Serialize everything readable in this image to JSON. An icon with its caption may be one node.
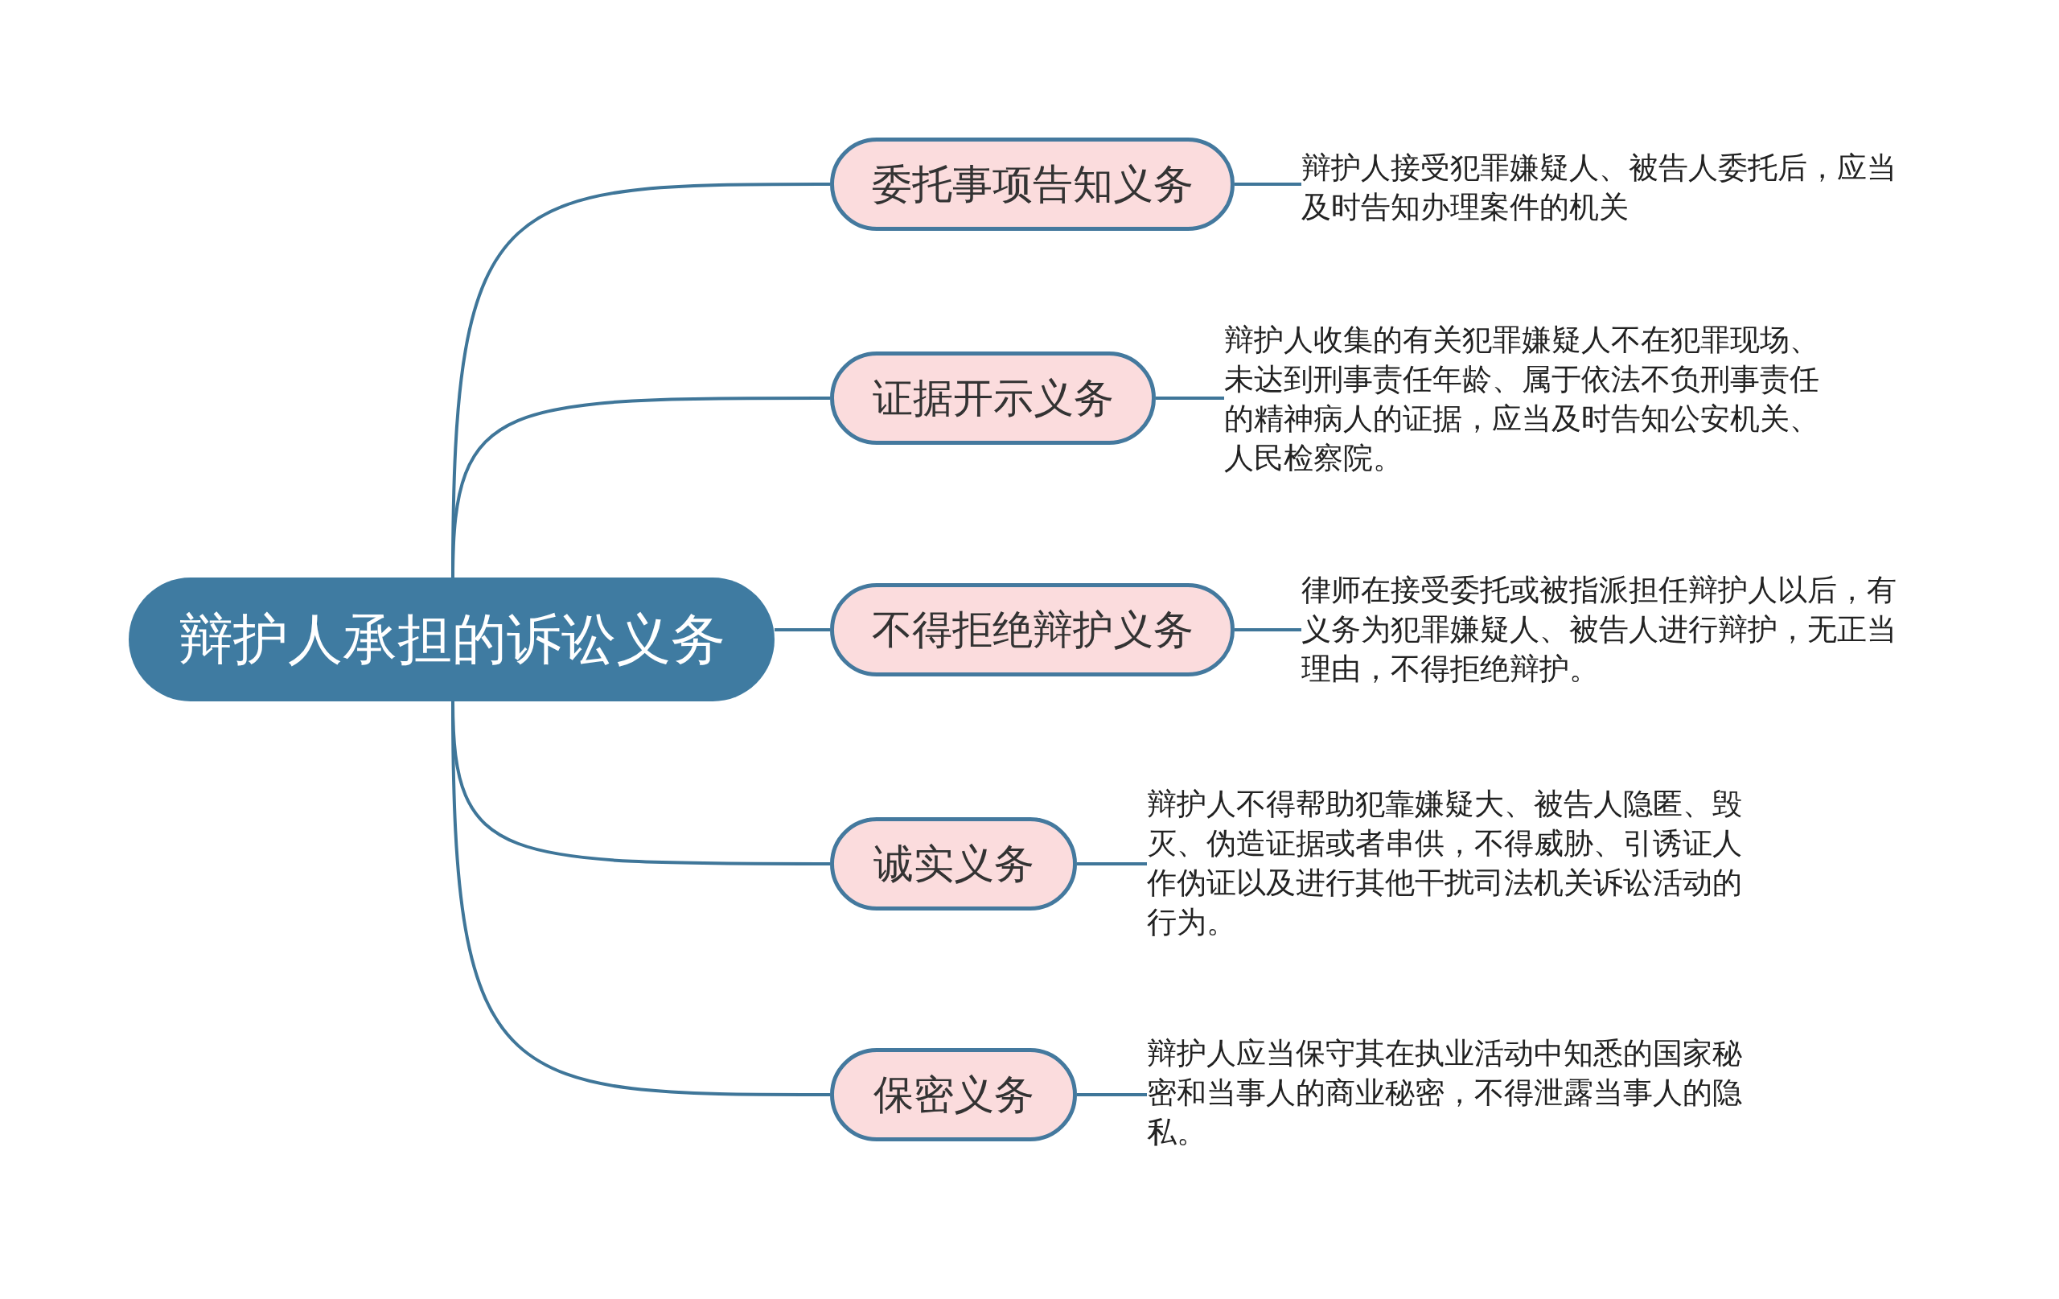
{
  "diagram": {
    "nodes": [
      {
        "text": [
          "辩护人承担的诉讼义务"
        ]
      },
      {
        "text": [
          "委托事项告知义务"
        ]
      },
      {
        "text": [
          "辩护人接受犯罪嫌疑人、被告人委托后，应当及时告知办理案件的机关"
        ]
      },
      {
        "text": [
          "证据开示义务"
        ]
      },
      {
        "text": [
          "辩护人收集的有关犯罪嫌疑人不在犯罪现场、未达到刑事责任年龄、属于依法不负刑事责任的精神病人的证据，应当及时告知公安机关、人民检察院。"
        ]
      },
      {
        "text": [
          "不得拒绝辩护义务"
        ]
      },
      {
        "text": [
          "律师在接受委托或被指派担任辩护人以后，有义务为犯罪嫌疑人、被告人进行辩护，无正当理由，不得拒绝辩护。"
        ]
      },
      {
        "text": [
          "诚实义务"
        ]
      },
      {
        "text": [
          "辩护人不得帮助犯靠嫌疑大、被告人隐匿、毁灭、伪造证据或者串供，不得威胁、引诱证人作伪证以及进行其他干扰司法机关诉讼活动的行为。"
        ]
      },
      {
        "text": [
          "保密义务"
        ]
      },
      {
        "text": [
          "辩护人应当保守其在执业活动中知悉的国家秘密和当事人的商业秘密，不得泄露当事人的隐私。"
        ]
      }
    ],
    "edges": [
      {
        "from": 0,
        "to": 1,
        "arrow": "none"
      },
      {
        "from": 1,
        "to": 2,
        "arrow": "none"
      },
      {
        "from": 0,
        "to": 3,
        "arrow": "none"
      },
      {
        "from": 3,
        "to": 4,
        "arrow": "none"
      },
      {
        "from": 0,
        "to": 5,
        "arrow": "none"
      },
      {
        "from": 5,
        "to": 6,
        "arrow": "none"
      },
      {
        "from": 0,
        "to": 7,
        "arrow": "none"
      },
      {
        "from": 7,
        "to": 8,
        "arrow": "none"
      },
      {
        "from": 0,
        "to": 9,
        "arrow": "none"
      },
      {
        "from": 9,
        "to": 10,
        "arrow": "none"
      }
    ]
  }
}
